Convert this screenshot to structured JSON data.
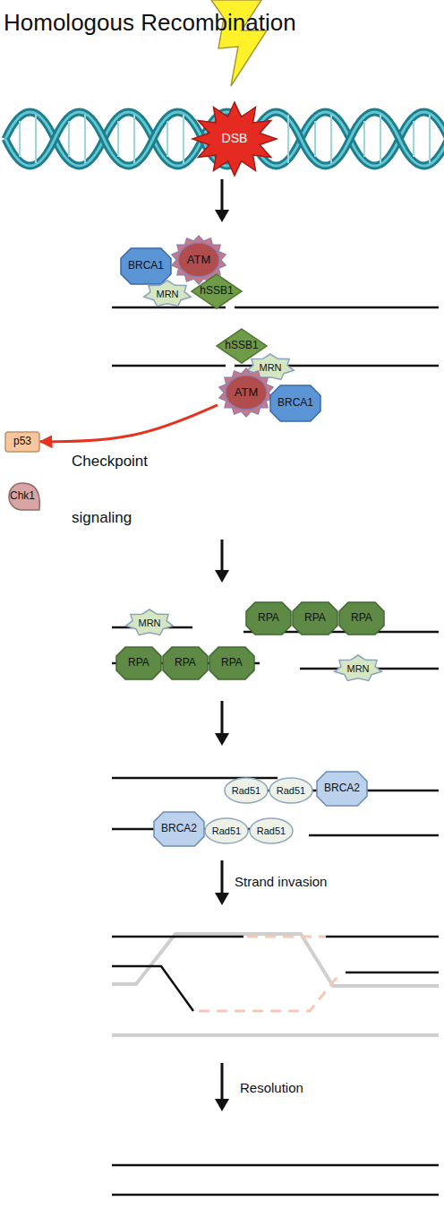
{
  "diagram": {
    "title": "Homologous Recombination",
    "nodes": [
      {
        "text": [
          "DSB"
        ]
      },
      {
        "text": [
          "BRCA1"
        ]
      },
      {
        "text": [
          "ATM"
        ]
      },
      {
        "text": [
          "MRN"
        ]
      },
      {
        "text": [
          "hSSB1"
        ]
      },
      {
        "text": [
          "hSSB1"
        ]
      },
      {
        "text": [
          "MRN"
        ]
      },
      {
        "text": [
          "ATM"
        ]
      },
      {
        "text": [
          "BRCA1"
        ]
      },
      {
        "text": [
          "p53"
        ]
      },
      {
        "text": [
          "Chk1"
        ]
      },
      {
        "text": [
          "MRN"
        ]
      },
      {
        "text": [
          "RPA"
        ]
      },
      {
        "text": [
          "RPA"
        ]
      },
      {
        "text": [
          "RPA"
        ]
      },
      {
        "text": [
          "RPA"
        ]
      },
      {
        "text": [
          "RPA"
        ]
      },
      {
        "text": [
          "RPA"
        ]
      },
      {
        "text": [
          "MRN"
        ]
      },
      {
        "text": [
          "Rad51"
        ]
      },
      {
        "text": [
          "Rad51"
        ]
      },
      {
        "text": [
          "BRCA2"
        ]
      },
      {
        "text": [
          "BRCA2"
        ]
      },
      {
        "text": [
          "Rad51"
        ]
      },
      {
        "text": [
          "Rad51"
        ]
      }
    ],
    "edges": [
      {
        "from": 7,
        "to": 9,
        "arrow": "to"
      }
    ],
    "labels": [
      "Checkpoint",
      "signaling",
      "Strand invasion",
      "Resolution"
    ]
  }
}
